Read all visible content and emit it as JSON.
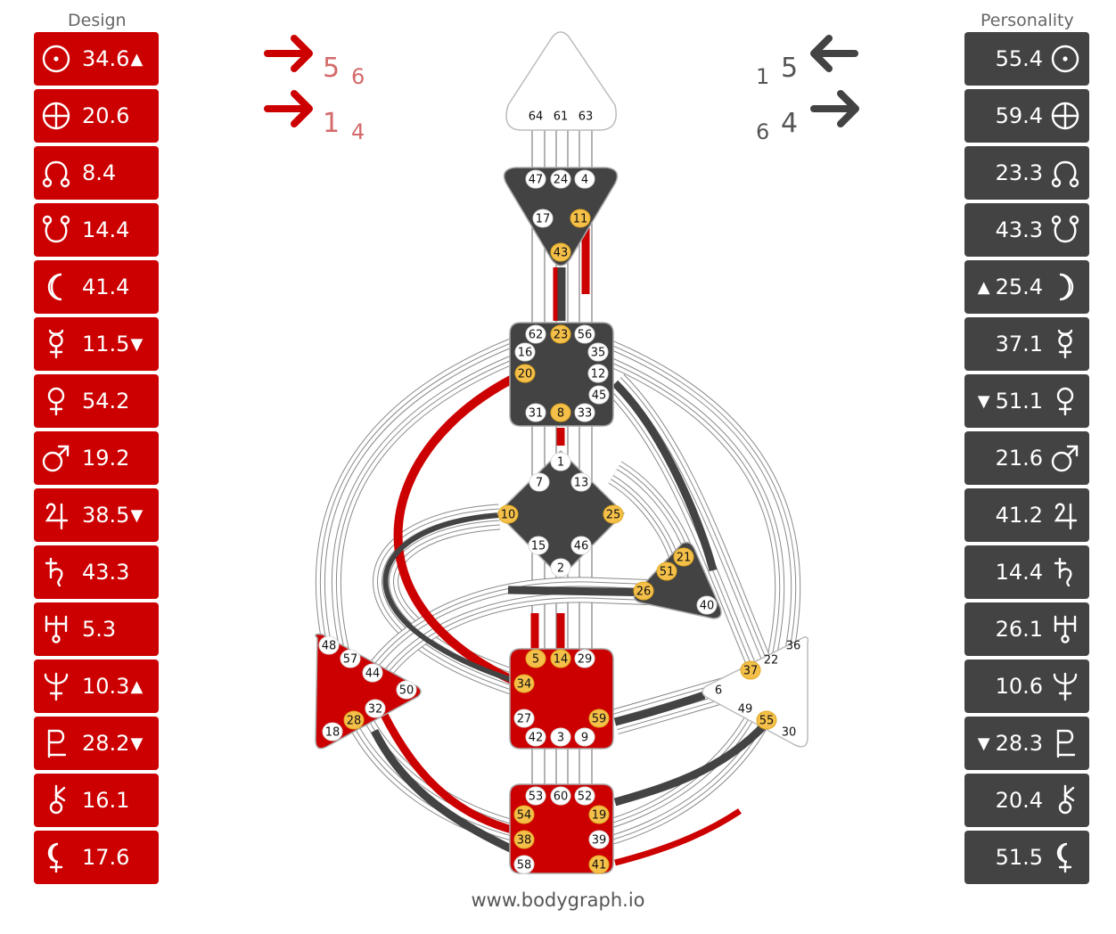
{
  "design": {
    "title": "Design",
    "items": [
      {
        "planet": "Sun",
        "symbol": "sun-icon",
        "value": "34.6",
        "mark": "▲"
      },
      {
        "planet": "Earth",
        "symbol": "earth-icon",
        "value": "20.6",
        "mark": ""
      },
      {
        "planet": "North Node",
        "symbol": "north-node-icon",
        "value": "8.4",
        "mark": ""
      },
      {
        "planet": "South Node",
        "symbol": "south-node-icon",
        "value": "14.4",
        "mark": ""
      },
      {
        "planet": "Moon",
        "symbol": "moon-icon",
        "value": "41.4",
        "mark": ""
      },
      {
        "planet": "Mercury",
        "symbol": "mercury-icon",
        "value": "11.5",
        "mark": "▼"
      },
      {
        "planet": "Venus",
        "symbol": "venus-icon",
        "value": "54.2",
        "mark": ""
      },
      {
        "planet": "Mars",
        "symbol": "mars-icon",
        "value": "19.2",
        "mark": ""
      },
      {
        "planet": "Jupiter",
        "symbol": "jupiter-icon",
        "value": "38.5",
        "mark": "▼"
      },
      {
        "planet": "Saturn",
        "symbol": "saturn-icon",
        "value": "43.3",
        "mark": ""
      },
      {
        "planet": "Uranus",
        "symbol": "uranus-icon",
        "value": "5.3",
        "mark": ""
      },
      {
        "planet": "Neptune",
        "symbol": "neptune-icon",
        "value": "10.3",
        "mark": "▲"
      },
      {
        "planet": "Pluto",
        "symbol": "pluto-icon",
        "value": "28.2",
        "mark": "▼"
      },
      {
        "planet": "Chiron",
        "symbol": "chiron-icon",
        "value": "16.1",
        "mark": ""
      },
      {
        "planet": "Lilith",
        "symbol": "lilith-icon",
        "value": "17.6",
        "mark": ""
      }
    ]
  },
  "personality": {
    "title": "Personality",
    "items": [
      {
        "planet": "Sun",
        "symbol": "sun-icon",
        "value": "55.4",
        "mark": ""
      },
      {
        "planet": "Earth",
        "symbol": "earth-icon",
        "value": "59.4",
        "mark": ""
      },
      {
        "planet": "North Node",
        "symbol": "north-node-icon",
        "value": "23.3",
        "mark": ""
      },
      {
        "planet": "South Node",
        "symbol": "south-node-icon",
        "value": "43.3",
        "mark": ""
      },
      {
        "planet": "Moon",
        "symbol": "moon-icon",
        "value": "25.4",
        "mark": "▲"
      },
      {
        "planet": "Mercury",
        "symbol": "mercury-icon",
        "value": "37.1",
        "mark": ""
      },
      {
        "planet": "Venus",
        "symbol": "venus-icon",
        "value": "51.1",
        "mark": "▼"
      },
      {
        "planet": "Mars",
        "symbol": "mars-icon",
        "value": "21.6",
        "mark": ""
      },
      {
        "planet": "Jupiter",
        "symbol": "jupiter-icon",
        "value": "41.2",
        "mark": ""
      },
      {
        "planet": "Saturn",
        "symbol": "saturn-icon",
        "value": "14.4",
        "mark": ""
      },
      {
        "planet": "Uranus",
        "symbol": "uranus-icon",
        "value": "26.1",
        "mark": ""
      },
      {
        "planet": "Neptune",
        "symbol": "neptune-icon",
        "value": "10.6",
        "mark": ""
      },
      {
        "planet": "Pluto",
        "symbol": "pluto-icon",
        "value": "28.3",
        "mark": "▼"
      },
      {
        "planet": "Chiron",
        "symbol": "chiron-icon",
        "value": "20.4",
        "mark": ""
      },
      {
        "planet": "Lilith",
        "symbol": "lilith-icon",
        "value": "51.5",
        "mark": ""
      }
    ]
  },
  "variables": {
    "design_top": {
      "big": "5",
      "small": "6",
      "direction": "right"
    },
    "design_bottom": {
      "big": "1",
      "small": "4",
      "direction": "right"
    },
    "personality_top": {
      "big": "5",
      "small": "1",
      "direction": "left"
    },
    "personality_bottom": {
      "big": "4",
      "small": "6",
      "direction": "left"
    }
  },
  "colors": {
    "design": "#cc0000",
    "personality": "#434343",
    "activated_gate": "#f5c04a",
    "undefined_center": "#ffffff",
    "footer": "#555555",
    "design_arrow": "#cc0000",
    "design_variable_text": "#d46a6a",
    "personality_variable_text": "#555555"
  },
  "centers": {
    "head": {
      "defined": "none",
      "gates": [
        "64",
        "61",
        "63"
      ]
    },
    "ajna": {
      "defined": "personality",
      "gates": [
        "47",
        "24",
        "4",
        "17",
        "11",
        "43"
      ]
    },
    "throat": {
      "defined": "personality",
      "gates": [
        "62",
        "23",
        "56",
        "16",
        "35",
        "20",
        "12",
        "45",
        "31",
        "8",
        "33"
      ]
    },
    "g": {
      "defined": "personality",
      "gates": [
        "1",
        "7",
        "13",
        "10",
        "25",
        "15",
        "46",
        "2"
      ]
    },
    "ego": {
      "defined": "personality",
      "gates": [
        "21",
        "51",
        "26",
        "40"
      ]
    },
    "spleen": {
      "defined": "design",
      "gates": [
        "48",
        "57",
        "44",
        "50",
        "32",
        "28",
        "18"
      ]
    },
    "sacral": {
      "defined": "design",
      "gates": [
        "5",
        "14",
        "29",
        "34",
        "27",
        "59",
        "42",
        "3",
        "9"
      ]
    },
    "solar_plexus": {
      "defined": "none",
      "gates": [
        "36",
        "22",
        "37",
        "6",
        "49",
        "55",
        "30"
      ]
    },
    "root": {
      "defined": "design",
      "gates": [
        "53",
        "60",
        "52",
        "54",
        "19",
        "38",
        "39",
        "58",
        "41"
      ]
    }
  },
  "activated_gates": [
    "11",
    "43",
    "23",
    "20",
    "8",
    "10",
    "25",
    "21",
    "51",
    "26",
    "5",
    "14",
    "34",
    "59",
    "28",
    "37",
    "55",
    "54",
    "19",
    "38",
    "41"
  ],
  "footer": "www.bodygraph.io"
}
